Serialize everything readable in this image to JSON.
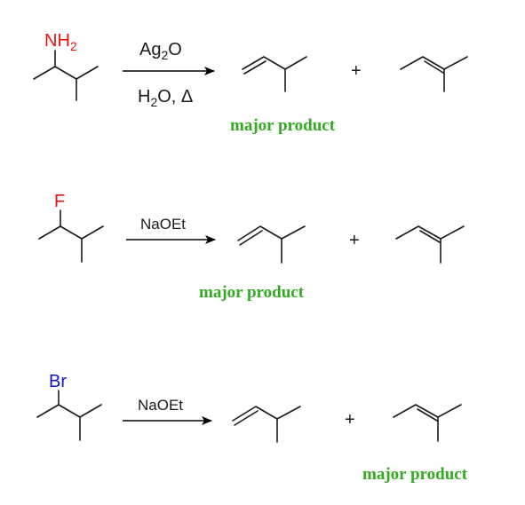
{
  "reactions": [
    {
      "substituent": "NH",
      "substituent_sub": "2",
      "substituent_color": "#ee1111",
      "reagent_top_main": "Ag",
      "reagent_top_sub": "2",
      "reagent_top_tail": "O",
      "reagent_bottom_main": "H",
      "reagent_bottom_sub": "2",
      "reagent_bottom_tail": "O,  Δ",
      "plus": "+",
      "major_label": "major product",
      "major_is": "first"
    },
    {
      "substituent": "F",
      "substituent_color": "#ee1111",
      "reagent_top": "NaOEt",
      "plus": "+",
      "major_label": "major product",
      "major_is": "first"
    },
    {
      "substituent": "Br",
      "substituent_color": "#1111cc",
      "reagent_top": "NaOEt",
      "plus": "+",
      "major_label": "major product",
      "major_is": "second"
    }
  ],
  "colors": {
    "bond": "#1a1a1a",
    "major_label": "#33aa22"
  }
}
